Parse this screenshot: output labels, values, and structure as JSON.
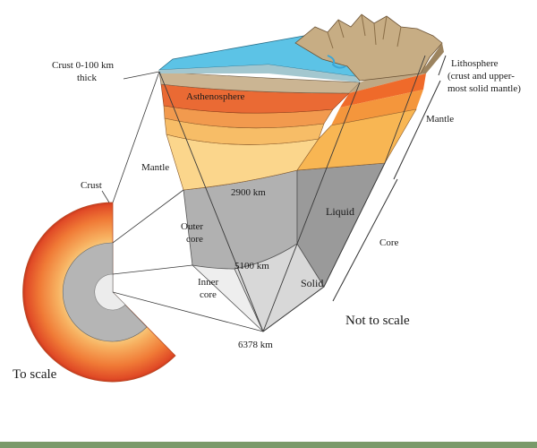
{
  "labels": {
    "crust_thickness_line1": "Crust 0-100 km",
    "crust_thickness_line2": "thick",
    "asthenosphere": "Asthenosphere",
    "lithosphere_line1": "Lithosphere",
    "lithosphere_line2": "(crust and upper-",
    "lithosphere_line3": "most solid mantle)",
    "mantle_right": "Mantle",
    "mantle_left": "Mantle",
    "crust_small": "Crust",
    "depth_2900": "2900 km",
    "liquid": "Liquid",
    "outer_core_line1": "Outer",
    "outer_core_line2": "core",
    "core": "Core",
    "depth_5100": "5100 km",
    "inner_core_line1": "Inner",
    "inner_core_line2": "core",
    "solid": "Solid",
    "not_to_scale": "Not to scale",
    "depth_6378": "6378 km",
    "to_scale": "To scale"
  },
  "colors": {
    "ocean": "#5cc3e6",
    "crust": "#c9b08d",
    "asthenosphere": "#ea6a34",
    "mantle_upper": "#f29a4e",
    "mantle_mid": "#f7bd67",
    "mantle_lower": "#fbd68c",
    "outer_core": "#a5a5a5",
    "inner_core": "#e2e2e2",
    "footer_band": "#7a9a6a"
  }
}
